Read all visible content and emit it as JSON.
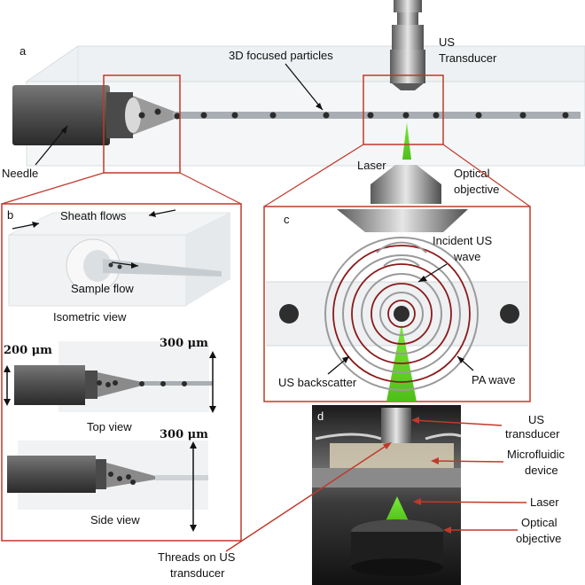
{
  "panels": {
    "a": {
      "letter": "a",
      "labels": {
        "focused_particles": "3D focused particles",
        "us_transducer_line1": "US",
        "us_transducer_line2": "Transducer",
        "needle": "Needle",
        "laser": "Laser",
        "optical_objective_line1": "Optical",
        "optical_objective_line2": "objective"
      }
    },
    "b": {
      "letter": "b",
      "labels": {
        "sheath_flows": "Sheath flows",
        "sample_flow": "Sample flow",
        "isometric_view": "Isometric view",
        "top_view": "Top view",
        "side_view": "Side view",
        "dim_200": "200 μm",
        "dim_300_top": "300 μm",
        "dim_300_side": "300 μm"
      }
    },
    "c": {
      "letter": "c",
      "labels": {
        "incident_us_line1": "Incident US",
        "incident_us_line2": "wave",
        "us_backscatter": "US backscatter",
        "pa_wave": "PA wave"
      }
    },
    "d": {
      "letter": "d",
      "labels": {
        "us_transducer_line1": "US",
        "us_transducer_line2": "transducer",
        "microfluidic_line1": "Microfluidic",
        "microfluidic_line2": "device",
        "laser": "Laser",
        "optical_line1": "Optical",
        "optical_line2": "objective",
        "threads_line1": "Threads on US",
        "threads_line2": "transducer"
      }
    }
  },
  "colors": {
    "frame_red": "#c0392b",
    "laser_green": "#5fd21e",
    "pa_ring": "#8b1a1a",
    "us_ring": "#9a9a9a",
    "metal_dark": "#3a3a3a",
    "glass": "#e8ecef"
  }
}
